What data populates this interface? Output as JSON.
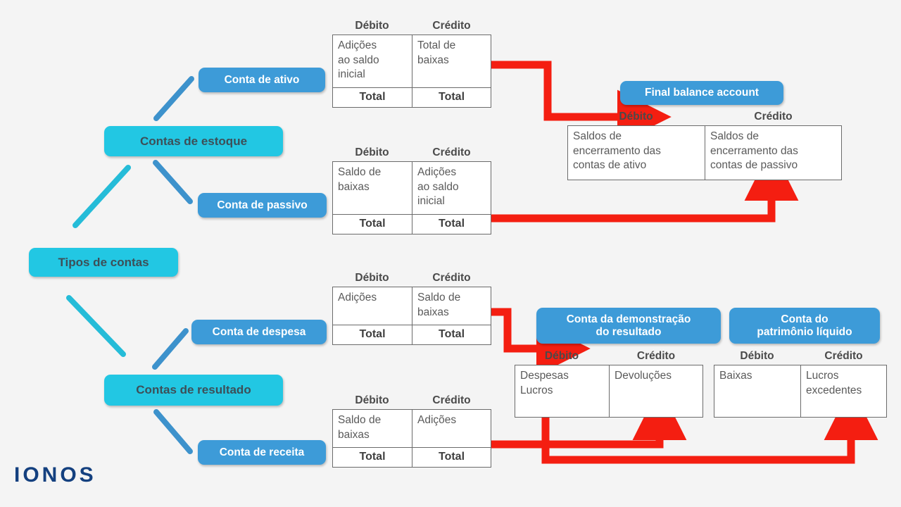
{
  "diagram": {
    "title": "Tipos de contas",
    "root": {
      "label": "Tipos de contas"
    },
    "branches": [
      {
        "label": "Contas de estoque"
      },
      {
        "label": "Contas de resultado"
      }
    ],
    "leaves": [
      {
        "label": "Conta de ativo"
      },
      {
        "label": "Conta de passivo"
      },
      {
        "label": "Conta de despesa"
      },
      {
        "label": "Conta de receita"
      }
    ],
    "result_nodes": [
      {
        "label": "Final balance account"
      },
      {
        "label": "Conta da demonstração\ndo resultado"
      },
      {
        "label": "Conta do\npatrimônio líquido"
      }
    ]
  },
  "headers": {
    "debit": "Débito",
    "credit": "Crédito",
    "total": "Total"
  },
  "accounts": {
    "ativo": {
      "name": "conta-de-ativo",
      "debit_header": "Débito",
      "credit_header": "Crédito",
      "debit": "Adições\nao saldo\ninicial",
      "credit": "Total de\nbaixas",
      "debit_total": "Total",
      "credit_total": "Total"
    },
    "passivo": {
      "name": "conta-de-passivo",
      "debit_header": "Débito",
      "credit_header": "Crédito",
      "debit": "Saldo de\nbaixas",
      "credit": "Adições\nao saldo\ninicial",
      "debit_total": "Total",
      "credit_total": "Total"
    },
    "despesa": {
      "name": "conta-de-despesa",
      "debit_header": "Débito",
      "credit_header": "Crédito",
      "debit": "Adições",
      "credit": "Saldo de\nbaixas",
      "debit_total": "Total",
      "credit_total": "Total"
    },
    "receita": {
      "name": "conta-de-receita",
      "debit_header": "Débito",
      "credit_header": "Crédito",
      "debit": "Saldo de\nbaixas",
      "credit": "Adições",
      "debit_total": "Total",
      "credit_total": "Total"
    },
    "final_balance": {
      "name": "final-balance-account",
      "debit_header": "Débito",
      "credit_header": "Crédito",
      "debit": "Saldos de\nencerramento das\ncontas de ativo",
      "credit": "Saldos de\nencerramento das\ncontas de passivo"
    },
    "demonstracao": {
      "name": "conta-da-demonstracao-do-resultado",
      "debit_header": "Débito",
      "credit_header": "Crédito",
      "debit": "Despesas\nLucros",
      "credit": "Devoluções"
    },
    "patrimonio": {
      "name": "conta-do-patrimonio-liquido",
      "debit_header": "Débito",
      "credit_header": "Crédito",
      "debit": "Baixas",
      "credit": "Lucros\nexcedentes"
    }
  },
  "logo": {
    "text": "IONOS"
  },
  "colors": {
    "background": "#f4f4f4",
    "root_node": "#22c7e3",
    "leaf_node": "#3d9bd8",
    "root_text": "#3d4f58",
    "leaf_text": "#ffffff",
    "flow_arrow": "#f41e11",
    "branch_link_cyan": "#25bcd8",
    "branch_link_blue": "#3d92cc",
    "table_border": "#6b6b6b",
    "table_text": "#5a5a5a",
    "header_text": "#4a4a4a",
    "logo": "#14407f"
  }
}
